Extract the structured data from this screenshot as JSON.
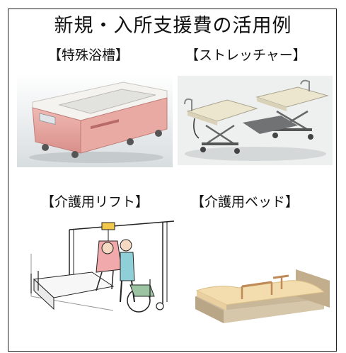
{
  "title": "新規・入所支援費の活用例",
  "items": [
    {
      "label": "【特殊浴槽】",
      "icon": "special-bathtub-icon"
    },
    {
      "label": "【ストレッチャー】",
      "icon": "stretcher-icon"
    },
    {
      "label": "【介護用リフト】",
      "icon": "care-lift-icon"
    },
    {
      "label": "【介護用ベッド】",
      "icon": "care-bed-icon"
    }
  ],
  "colors": {
    "tub_pink": "#e8a9a4",
    "tub_white": "#f2f2ee",
    "stretcher_cream": "#ece6cf",
    "bed_cream": "#f2ddb0",
    "bed_frame": "#c9b79a",
    "bed_rail": "#c08a58",
    "line": "#222222"
  }
}
